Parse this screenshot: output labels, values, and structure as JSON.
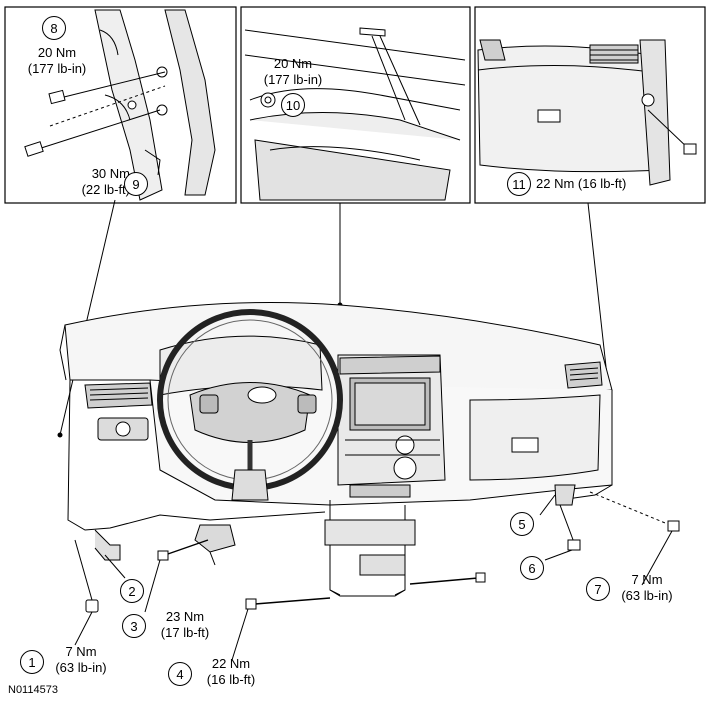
{
  "document_id": "N0114573",
  "callouts": [
    {
      "number": "1",
      "torque_nm": "7 Nm",
      "torque_alt": "(63 lb-in)"
    },
    {
      "number": "2"
    },
    {
      "number": "3",
      "torque_nm": "23 Nm",
      "torque_alt": "(17 lb-ft)"
    },
    {
      "number": "4",
      "torque_nm": "22 Nm",
      "torque_alt": "(16 lb-ft)"
    },
    {
      "number": "5"
    },
    {
      "number": "6"
    },
    {
      "number": "7",
      "torque_nm": "7 Nm",
      "torque_alt": "(63 lb-in)"
    },
    {
      "number": "8",
      "torque_nm": "20 Nm",
      "torque_alt": "(177 lb-in)"
    },
    {
      "number": "9",
      "torque_nm": "30 Nm",
      "torque_alt": "(22 lb-ft)"
    },
    {
      "number": "10",
      "torque_nm": "20 Nm",
      "torque_alt": "(177 lb-in)"
    },
    {
      "number": "11",
      "torque_line": "22 Nm (16 lb-ft)"
    }
  ],
  "colors": {
    "line": "#000000",
    "panel_fill": "#f4f4f4",
    "shade": "#d8d8d8",
    "dark": "#555555"
  }
}
